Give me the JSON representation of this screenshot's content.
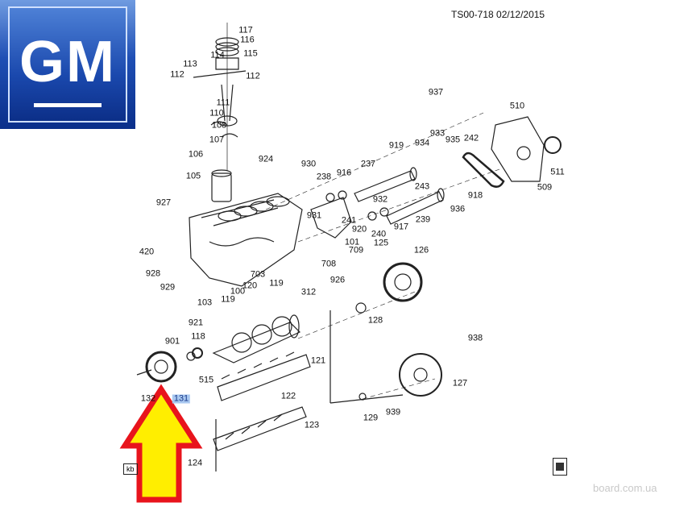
{
  "header": {
    "doc_id": "TS00-718  02/12/2015"
  },
  "logo": {
    "text": "GM"
  },
  "callouts": [
    "117",
    "116",
    "115",
    "114",
    "113",
    "112",
    "112",
    "111",
    "110",
    "108",
    "107",
    "106",
    "105",
    "924",
    "930",
    "238",
    "916",
    "237",
    "919",
    "937",
    "933",
    "934",
    "935",
    "242",
    "510",
    "511",
    "509",
    "243",
    "918",
    "932",
    "936",
    "239",
    "241",
    "920",
    "917",
    "240",
    "931",
    "927",
    "420",
    "928",
    "929",
    "101",
    "709",
    "708",
    "926",
    "125",
    "126",
    "703",
    "312",
    "100",
    "120",
    "119",
    "103",
    "119",
    "921",
    "118",
    "901",
    "128",
    "938",
    "121",
    "515",
    "127",
    "122",
    "132",
    "131",
    "129",
    "939",
    "123",
    "124"
  ],
  "highlighted_callout": "131",
  "badge": {
    "kb": "kb"
  },
  "watermark": "board.com.ua",
  "colors": {
    "arrow_fill": "#ffee00",
    "arrow_stroke": "#e8141c",
    "highlight": "#a9c8f0"
  }
}
